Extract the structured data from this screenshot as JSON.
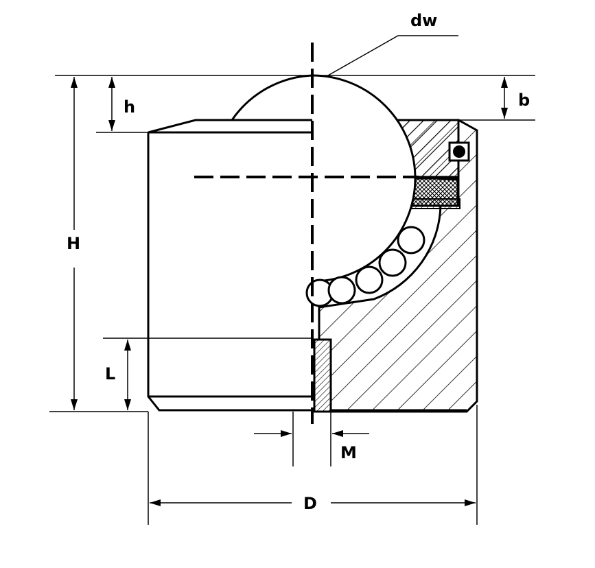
{
  "diagram": {
    "labels": {
      "dw": "dw",
      "h": "h",
      "b": "b",
      "H": "H",
      "L": "L",
      "M": "M",
      "D": "D"
    },
    "colors": {
      "stroke": "#000000",
      "background": "#ffffff"
    }
  }
}
